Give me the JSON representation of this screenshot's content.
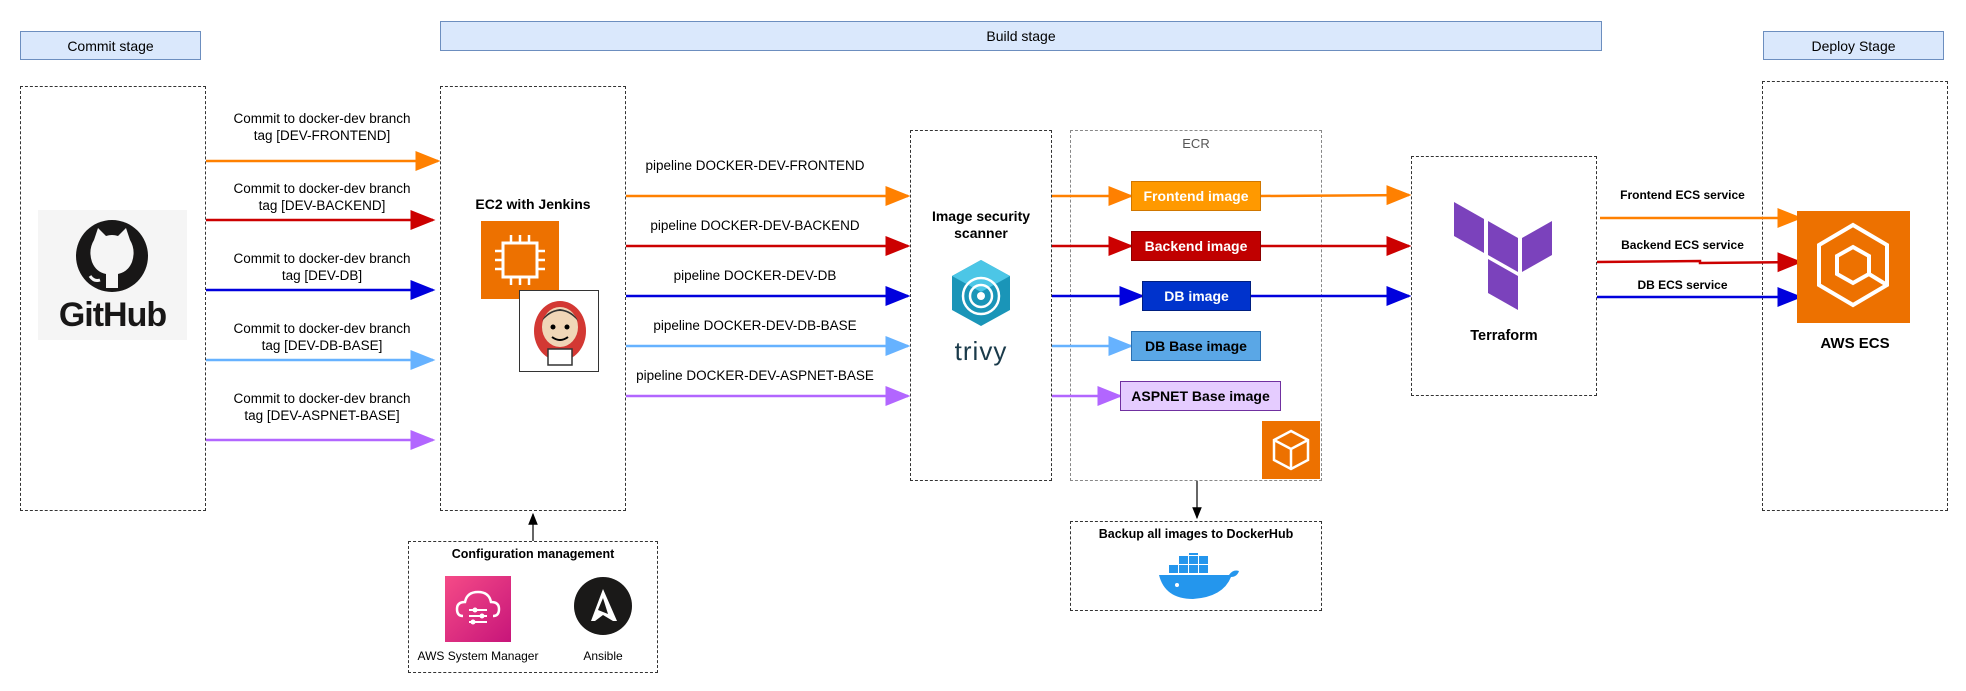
{
  "stages": {
    "commit": "Commit stage",
    "build": "Build stage",
    "deploy": "Deploy Stage"
  },
  "github": {
    "logo_text": "GitHub"
  },
  "commits": [
    {
      "line1": "Commit to docker-dev branch",
      "line2": "tag [DEV-FRONTEND]",
      "color": "#ff8000"
    },
    {
      "line1": "Commit to docker-dev branch",
      "line2": "tag [DEV-BACKEND]",
      "color": "#cc0000"
    },
    {
      "line1": "Commit to docker-dev branch",
      "line2": "tag [DEV-DB]",
      "color": "#0000dd"
    },
    {
      "line1": "Commit to docker-dev branch",
      "line2": "tag [DEV-DB-BASE]",
      "color": "#66b2ff"
    },
    {
      "line1": "Commit to docker-dev branch",
      "line2": "tag [DEV-ASPNET-BASE]",
      "color": "#b266ff"
    }
  ],
  "jenkins": {
    "title": "EC2 with Jenkins"
  },
  "pipelines": [
    {
      "label": "pipeline DOCKER-DEV-FRONTEND"
    },
    {
      "label": "pipeline DOCKER-DEV-BACKEND"
    },
    {
      "label": "pipeline DOCKER-DEV-DB"
    },
    {
      "label": "pipeline DOCKER-DEV-DB-BASE"
    },
    {
      "label": "pipeline DOCKER-DEV-ASPNET-BASE"
    }
  ],
  "scanner": {
    "title_line1": "Image security",
    "title_line2": "scanner",
    "logo_text": "trivy"
  },
  "ecr": {
    "title": "ECR",
    "images": [
      {
        "label": "Frontend image",
        "bg": "#ff9900",
        "border": "#d07700",
        "fg": "#ffffff"
      },
      {
        "label": "Backend image",
        "bg": "#c00000",
        "border": "#8b0000",
        "fg": "#ffffff"
      },
      {
        "label": "DB image",
        "bg": "#0033cc",
        "border": "#001f80",
        "fg": "#ffffff"
      },
      {
        "label": "DB Base image",
        "bg": "#5aa7e6",
        "border": "#2a6fb0",
        "fg": "#000000"
      },
      {
        "label": "ASPNET Base image",
        "bg": "#e5ccff",
        "border": "#7030a0",
        "fg": "#000000"
      }
    ]
  },
  "backup": {
    "label": "Backup all images to DockerHub"
  },
  "config": {
    "title": "Configuration management",
    "ssm_label": "AWS System Manager",
    "ansible_label": "Ansible"
  },
  "terraform": {
    "label": "Terraform"
  },
  "services": [
    {
      "label": "Frontend ECS service"
    },
    {
      "label": "Backend ECS service"
    },
    {
      "label": "DB ECS service"
    }
  ],
  "ecs": {
    "label": "AWS ECS"
  }
}
